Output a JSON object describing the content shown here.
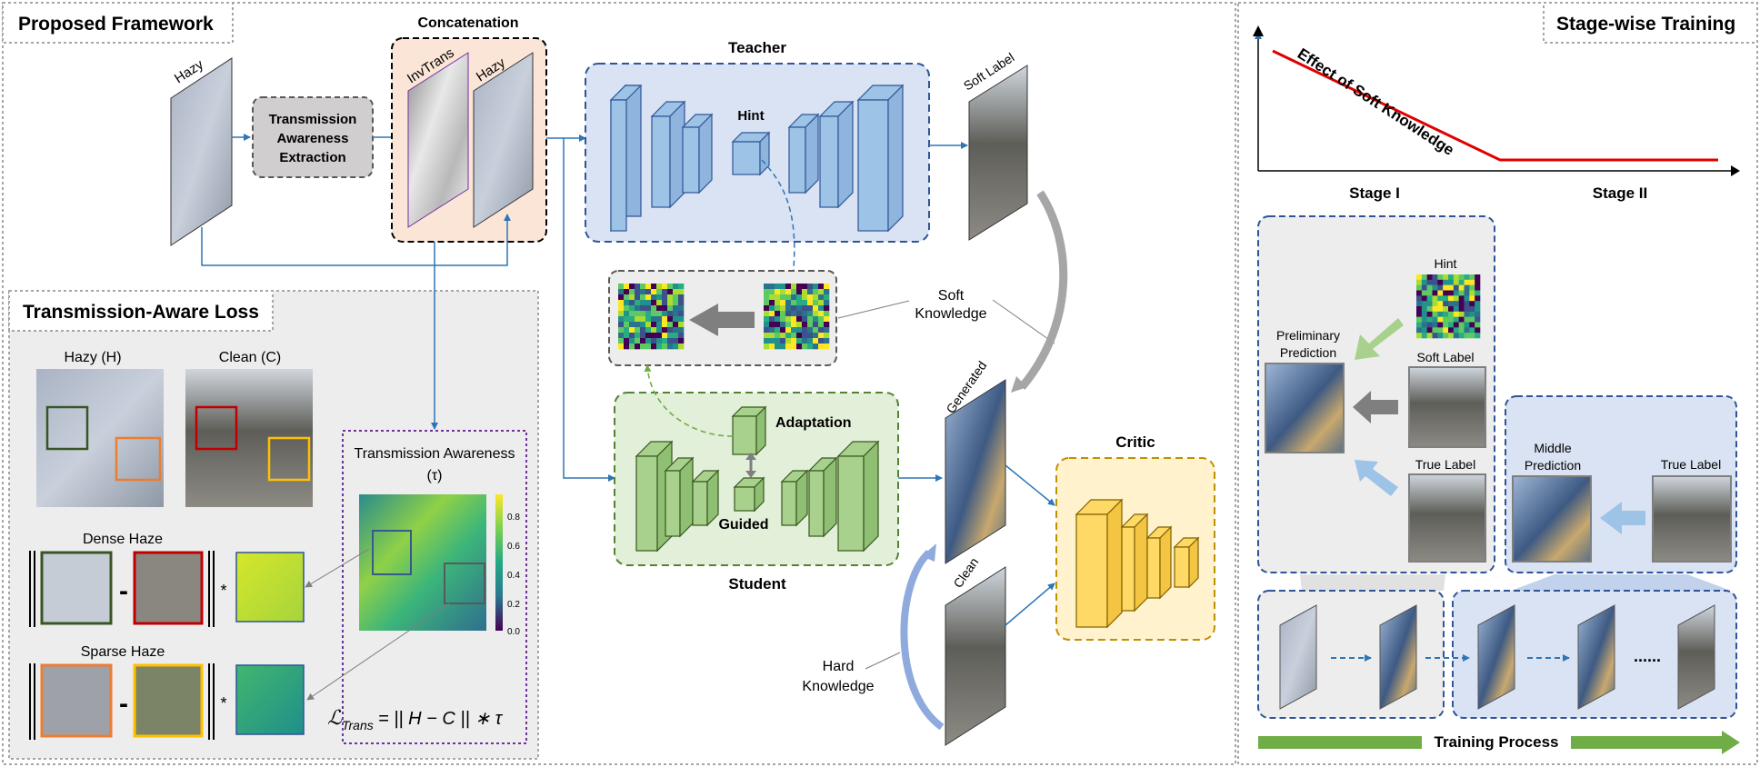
{
  "sections": {
    "framework_title": "Proposed Framework",
    "loss_title": "Transmission-Aware Loss",
    "stage_title": "Stage-wise Training"
  },
  "framework": {
    "hazy_label": "Hazy",
    "tae_line1": "Transmission",
    "tae_line2": "Awareness",
    "tae_line3": "Extraction",
    "concat_label": "Concatenation",
    "invtrans_label": "InvTrans",
    "hazy2_label": "Hazy",
    "teacher_label": "Teacher",
    "hint_label": "Hint",
    "soft_label": "Soft Label",
    "soft_knowledge_1": "Soft",
    "soft_knowledge_2": "Knowledge",
    "adaptation_label": "Adaptation",
    "guided_label": "Guided",
    "student_label": "Student",
    "generated_label": "Generated",
    "clean_label": "Clean",
    "critic_label": "Critic",
    "hard_knowledge_1": "Hard",
    "hard_knowledge_2": "Knowledge"
  },
  "loss": {
    "hazy_caption": "Hazy (H)",
    "clean_caption": "Clean (C)",
    "ta_line1": "Transmission Awareness",
    "ta_line2": "(τ)",
    "colorbar_ticks": [
      "0.8",
      "0.6",
      "0.4",
      "0.2",
      "0.0"
    ],
    "dense_label": "Dense Haze",
    "sparse_label": "Sparse Haze",
    "minus": "-",
    "star": "*",
    "formula_lhs": "ℒ",
    "formula_sub": "Trans",
    "formula_rhs": "= || H − C || ∗ τ"
  },
  "stage": {
    "curve_label": "Effect of Soft Knowledge",
    "stage1": "Stage I",
    "stage2": "Stage II",
    "hint_label": "Hint",
    "prelim_1": "Preliminary",
    "prelim_2": "Prediction",
    "soft_label": "Soft Label",
    "true_label": "True Label",
    "middle_1": "Middle",
    "middle_2": "Prediction",
    "true_label_2": "True Label",
    "dots": "......",
    "training_process": "Training Process"
  },
  "colors": {
    "teacher_fill": "#dae3f3",
    "student_fill": "#e2efd9",
    "critic_fill": "#fff2cc",
    "concat_fill": "#fbe5d6",
    "arrow_blue": "#2e75b6",
    "curve_red": "#e00000",
    "training_green": "#70ad47"
  }
}
